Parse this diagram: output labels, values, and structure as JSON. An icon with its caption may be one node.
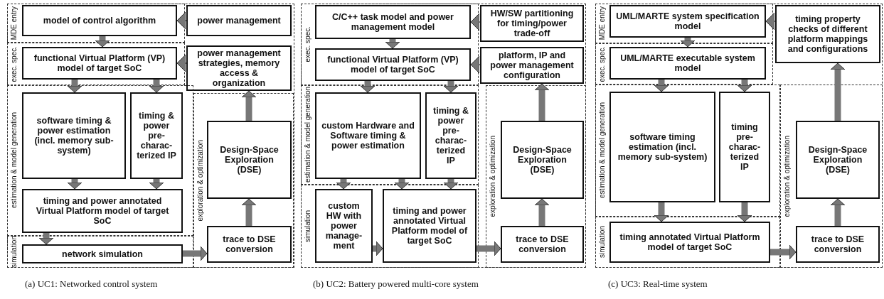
{
  "diagram": {
    "nodes": [
      {
        "text": [
          "MDE entry"
        ]
      },
      {
        "text": [
          "model of control algorithm"
        ],
        "in": 0
      },
      {
        "text": [
          "power management"
        ]
      },
      {
        "text": [
          "exec. spec."
        ]
      },
      {
        "text": [
          "functional Virtual Platform (VP) model of target SoC"
        ],
        "in": 3
      },
      {
        "text": [
          "power management strategies, memory access & organization"
        ]
      },
      {
        "text": [
          "estimation & model generation"
        ]
      },
      {
        "text": [
          "software timing & power estimation (incl. memory sub-system)"
        ],
        "in": 6
      },
      {
        "text": [
          "timing & power pre- charac- terized IP"
        ],
        "in": 6
      },
      {
        "text": [
          "simulation"
        ]
      },
      {
        "text": [
          "timing and power annotated Virtual Platform model of target SoC"
        ],
        "in": 6
      },
      {
        "text": [
          "network simulation"
        ],
        "in": 9
      },
      {
        "text": [
          "exploration & optimization"
        ]
      },
      {
        "text": [
          "Design-Space Exploration (DSE)"
        ],
        "in": 12
      },
      {
        "text": [
          "trace to DSE conversion"
        ],
        "in": 12
      },
      {
        "text": [
          "exec. spec."
        ]
      },
      {
        "text": [
          "C/C++ task model and power management model"
        ],
        "in": 15
      },
      {
        "text": [
          "HW/SW partitioning for timing/power trade-off"
        ]
      },
      {
        "text": [
          "functional Virtual Platform (VP) model of target SoC"
        ],
        "in": 15
      },
      {
        "text": [
          "platform, IP and power management configuration"
        ]
      },
      {
        "text": [
          "estimation & model generation"
        ]
      },
      {
        "text": [
          "custom Hardware and Software timing & power estimation"
        ],
        "in": 20
      },
      {
        "text": [
          "timing & power pre- charac- terized IP"
        ],
        "in": 20
      },
      {
        "text": [
          "simulation"
        ]
      },
      {
        "text": [
          "custom HW with power manage- ment"
        ],
        "in": 23
      },
      {
        "text": [
          "timing and power annotated Virtual Platform model of target SoC"
        ],
        "in": 23
      },
      {
        "text": [
          "exploration & optimization"
        ]
      },
      {
        "text": [
          "Design-Space Exploration (DSE)"
        ],
        "in": 26
      },
      {
        "text": [
          "trace to DSE conversion"
        ],
        "in": 26
      },
      {
        "text": [
          "MDE entry"
        ]
      },
      {
        "text": [
          "UML/MARTE system specification model"
        ],
        "in": 29
      },
      {
        "text": [
          "timing property checks of different platform mappings and configurations"
        ]
      },
      {
        "text": [
          "exec. spec."
        ]
      },
      {
        "text": [
          "UML/MARTE executable system model"
        ],
        "in": 32
      },
      {
        "text": [
          "estimation & model generation"
        ]
      },
      {
        "text": [
          "software timing estimation (incl. memory sub-system)"
        ],
        "in": 34
      },
      {
        "text": [
          "timing pre- charac- terized IP"
        ],
        "in": 34
      },
      {
        "text": [
          "simulation"
        ]
      },
      {
        "text": [
          "timing annotated Virtual Platform model of target SoC"
        ],
        "in": 37
      },
      {
        "text": [
          "exploration & optimization"
        ]
      },
      {
        "text": [
          "Design-Space Exploration (DSE)"
        ],
        "in": 39
      },
      {
        "text": [
          "trace to DSE conversion"
        ],
        "in": 39
      }
    ],
    "edges": [
      {
        "from": 2,
        "to": 1,
        "arrow": "to"
      },
      {
        "from": 5,
        "to": 4,
        "arrow": "to"
      },
      {
        "from": 1,
        "to": 4,
        "arrow": "to"
      },
      {
        "from": 4,
        "to": 7,
        "arrow": "to"
      },
      {
        "from": 4,
        "to": 8,
        "arrow": "to"
      },
      {
        "from": 7,
        "to": 10,
        "arrow": "to"
      },
      {
        "from": 8,
        "to": 10,
        "arrow": "to"
      },
      {
        "from": 10,
        "to": 11,
        "arrow": "to"
      },
      {
        "from": 11,
        "to": 14,
        "arrow": "to"
      },
      {
        "from": 14,
        "to": 13,
        "arrow": "to"
      },
      {
        "from": 13,
        "to": 5,
        "arrow": "to"
      },
      {
        "from": 17,
        "to": 16,
        "arrow": "to"
      },
      {
        "from": 19,
        "to": 18,
        "arrow": "to"
      },
      {
        "from": 16,
        "to": 18,
        "arrow": "to"
      },
      {
        "from": 18,
        "to": 21,
        "arrow": "to"
      },
      {
        "from": 18,
        "to": 22,
        "arrow": "to"
      },
      {
        "from": 21,
        "to": 24,
        "arrow": "to"
      },
      {
        "from": 21,
        "to": 25,
        "arrow": "to"
      },
      {
        "from": 22,
        "to": 25,
        "arrow": "to"
      },
      {
        "from": 24,
        "to": 25,
        "arrow": "to"
      },
      {
        "from": 25,
        "to": 28,
        "arrow": "to"
      },
      {
        "from": 28,
        "to": 27,
        "arrow": "to"
      },
      {
        "from": 27,
        "to": 19,
        "arrow": "to"
      },
      {
        "from": 31,
        "to": 30,
        "arrow": "to"
      },
      {
        "from": 30,
        "to": 33,
        "arrow": "to"
      },
      {
        "from": 33,
        "to": 35,
        "arrow": "to"
      },
      {
        "from": 33,
        "to": 36,
        "arrow": "to"
      },
      {
        "from": 35,
        "to": 38,
        "arrow": "to"
      },
      {
        "from": 36,
        "to": 38,
        "arrow": "to"
      },
      {
        "from": 38,
        "to": 41,
        "arrow": "to"
      },
      {
        "from": 41,
        "to": 40,
        "arrow": "to"
      },
      {
        "from": 40,
        "to": 31,
        "arrow": "to"
      }
    ],
    "labels": [
      "(a) UC1: Networked control system",
      "(b) UC2: Battery powered multi-core system",
      "(c) UC3: Real-time system"
    ]
  }
}
